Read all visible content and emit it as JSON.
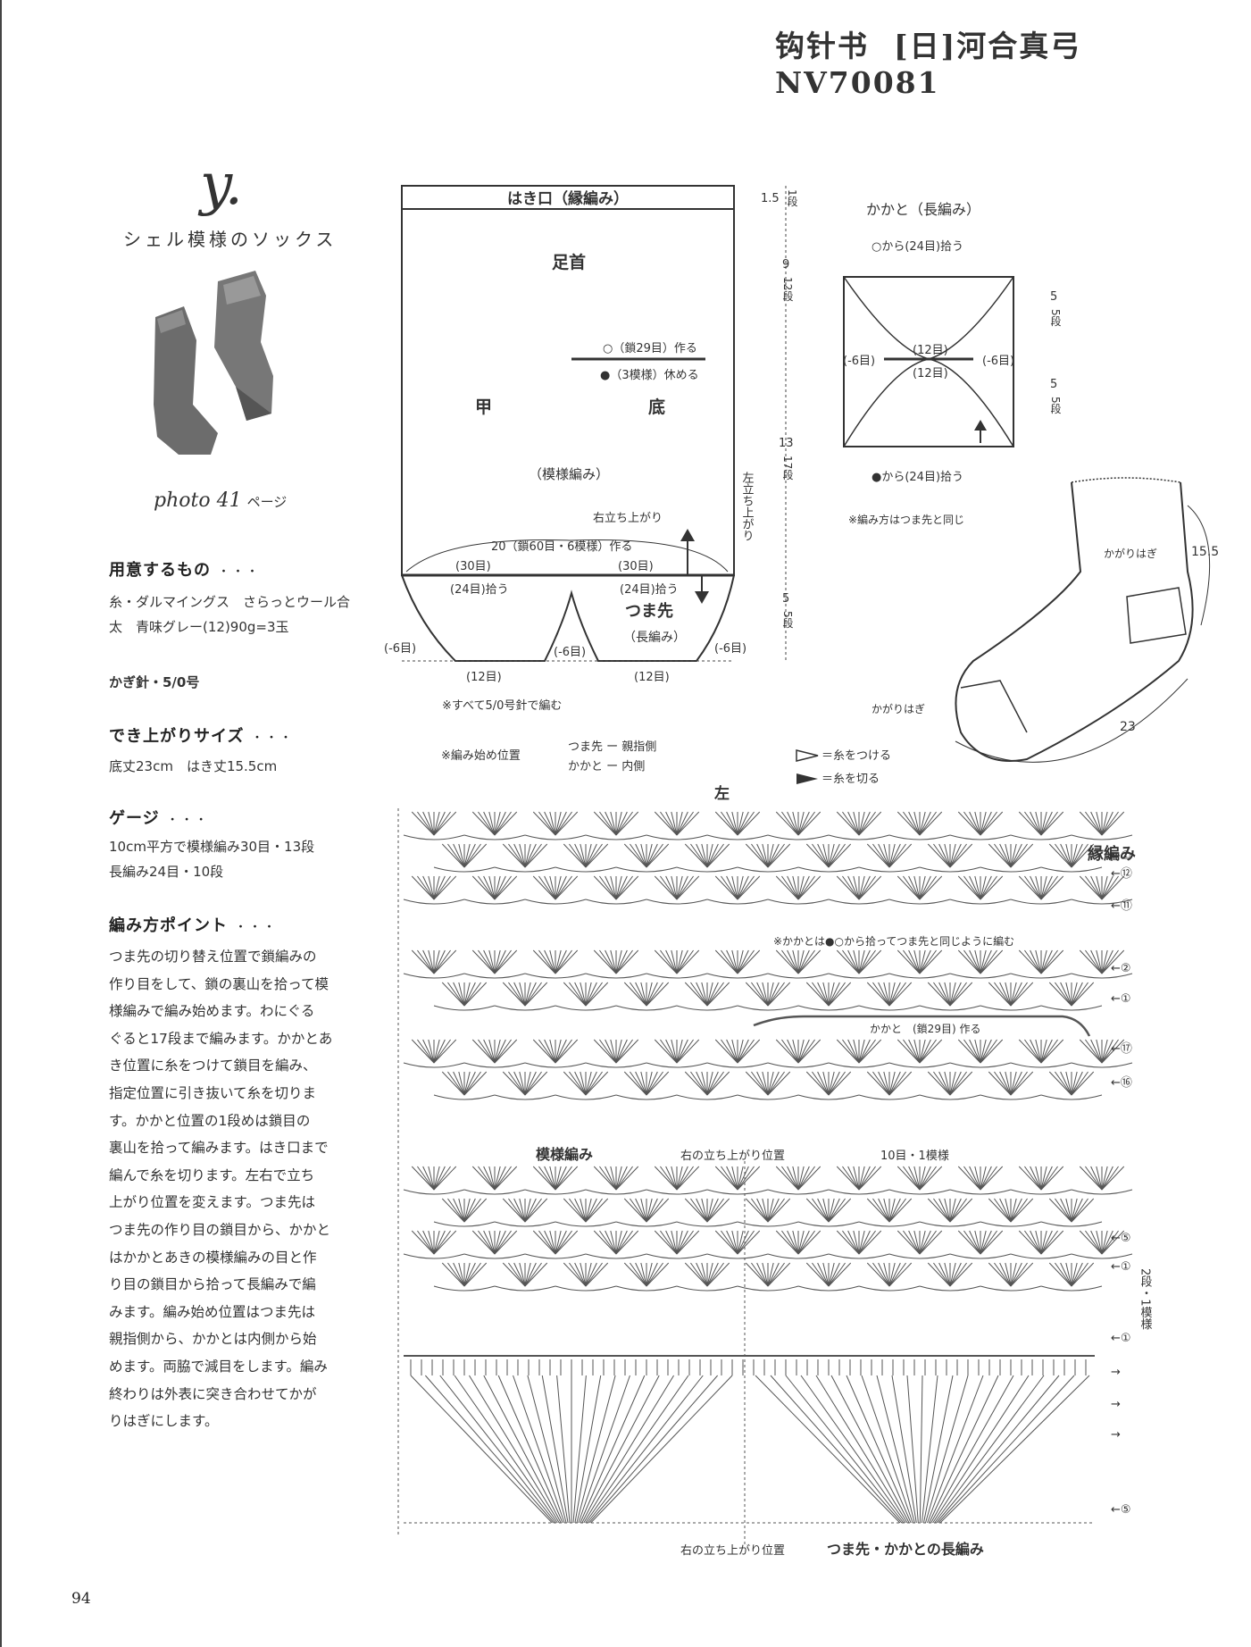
{
  "header": {
    "book": "钩针书",
    "author": "[日]河合真弓",
    "code": "NV70081"
  },
  "pattern": {
    "letter": "y.",
    "title": "シェル模様のソックス"
  },
  "photo_ref": {
    "label": "photo 41",
    "page": "ページ"
  },
  "materials": {
    "heading": "用意するもの",
    "dots": "・・・",
    "yarn": "糸・ダルマイングス　さらっとウール合太　青味グレー(12)90g=3玉",
    "hook": "かぎ針・5/0号"
  },
  "size": {
    "heading": "でき上がりサイズ",
    "dots": "・・・",
    "text": "底丈23cm　はき丈15.5cm"
  },
  "gauge": {
    "heading": "ゲージ",
    "dots": "・・・",
    "line1": "10cm平方で模様編み30目・13段",
    "line2": "長編み24目・10段"
  },
  "points": {
    "heading": "編み方ポイント",
    "dots": "・・・",
    "lines": [
      "つま先の切り替え位置で鎖編みの",
      "作り目をして、鎖の裏山を拾って模",
      "様編みで編み始めます。わにぐる",
      "ぐると17段まで編みます。かかとあ",
      "き位置に糸をつけて鎖目を編み、",
      "指定位置に引き抜いて糸を切りま",
      "す。かかと位置の1段めは鎖目の",
      "裏山を拾って編みます。はき口まで",
      "編んで糸を切ります。左右で立ち",
      "上がり位置を変えます。つま先は",
      "つま先の作り目の鎖目から、かかと",
      "はかかとあきの模様編みの目と作",
      "り目の鎖目から拾って長編みで編",
      "みます。編み始め位置はつま先は",
      "親指側から、かかとは内側から始",
      "めます。両脇で減目をします。編み",
      "終わりは外表に突き合わせてかが",
      "りはぎにします。"
    ]
  },
  "diagram": {
    "cuff": "はき口（縁編み）",
    "ankle": "足首",
    "instep": "甲",
    "sole": "底",
    "pattern": "（模様編み）",
    "chain29": "○（鎖29目）作る",
    "rest3": "●（3模様）休める",
    "right_rise": "右立ち上がり",
    "left_rise": "左立ち上がり",
    "chain60": "20（鎖60目・6模様）作る",
    "w30a": "(30目)",
    "w30b": "(30目)",
    "pick24a": "(24目)拾う",
    "pick24b": "(24目)拾う",
    "toe": "つま先",
    "dc": "（長編み）",
    "m6a": "(-6目)",
    "m6b": "(-6目)",
    "m6c": "(-6目)",
    "w12a": "(12目)",
    "w12b": "(12目)",
    "note_hook": "※すべて5/0号針で編む",
    "dim_1_5": "1.5",
    "dim_1": "1段",
    "dim_9": "9",
    "dim_12": "12段",
    "dim_13": "13",
    "dim_17": "17段",
    "dim_5": "5",
    "dim_5r": "5段",
    "start_note": "※編み始め位置",
    "start_toe": "つま先 ー 親指側",
    "start_heel": "かかと ー 内側",
    "attach": "＝糸をつける",
    "cut": "＝糸を切る"
  },
  "heel": {
    "title": "かかと（長編み）",
    "top": "○から(24目)拾う",
    "bottom": "●から(24目)拾う",
    "w12a": "(12目)",
    "w12b": "(12目)",
    "m6a": "(-6目)",
    "m6b": "(-6目)",
    "d5a": "5",
    "d5a_r": "5段",
    "d5b": "5",
    "d5b_r": "5段",
    "note": "※編み方はつま先と同じ"
  },
  "sock": {
    "seam1": "かがりはぎ",
    "seam2": "かがりはぎ",
    "h": "15.5",
    "l": "23"
  },
  "chart": {
    "left": "左",
    "edge": "縁編み",
    "heel_note": "※かかとは●○から拾ってつま先と同じように編む",
    "heel_chain": "かかと　(鎖29目) 作る",
    "pattern": "模様編み",
    "right_rise": "右の立ち上がり位置",
    "repeat": "10目・1模様",
    "rows_note": "2段・1模様",
    "bottom_rise": "右の立ち上がり位置",
    "bottom_title": "つま先・かかとの長編み",
    "row_labels": [
      "←①",
      "←⑫",
      "←⑪",
      "←②",
      "←①",
      "←⑰",
      "←⑯",
      "←⑤",
      "←①",
      "←①",
      "→",
      "→",
      "→",
      "←⑤"
    ]
  },
  "page_number": "94"
}
